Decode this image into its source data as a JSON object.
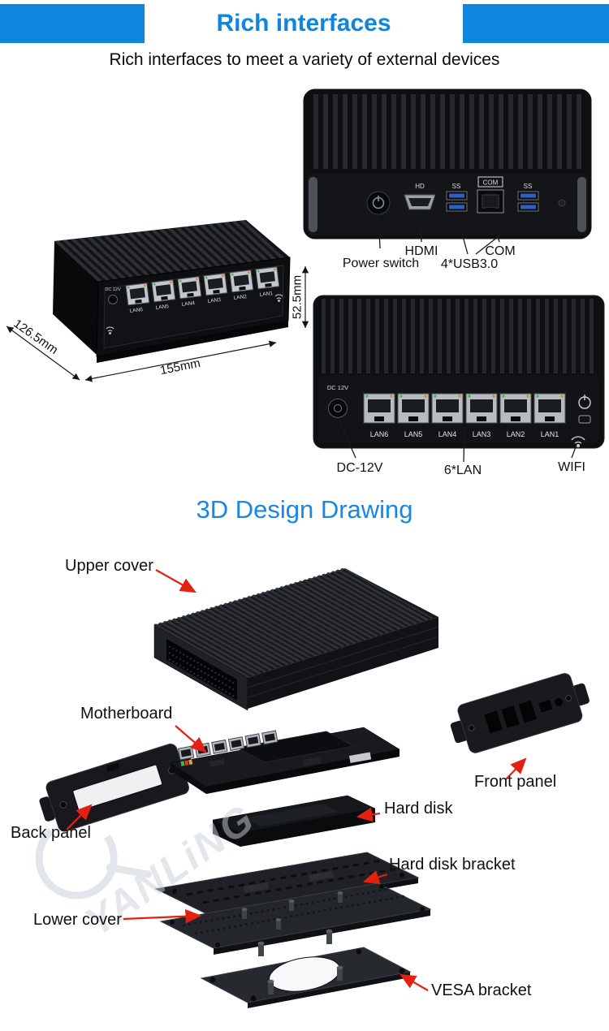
{
  "banner": {
    "title": "Rich interfaces"
  },
  "intro": {
    "subtitle": "Rich interfaces to meet a variety of external devices"
  },
  "rear_view": {
    "markings": {
      "hdmi": "HD",
      "usb_left": "SS",
      "com": "COM",
      "usb_right": "SS"
    },
    "callouts": {
      "power": "Power switch",
      "hdmi": "HDMI",
      "usb": "4*USB3.0",
      "com": "COM"
    }
  },
  "angled_view": {
    "marking_dc": "DC 12V",
    "lan_ports": [
      "LAN6",
      "LAN5",
      "LAN4",
      "LAN3",
      "LAN2",
      "LAN1"
    ],
    "dimensions": {
      "height": "52.5mm",
      "depth": "126.5mm",
      "width": "155mm"
    }
  },
  "front_view": {
    "marking_dc": "DC 12V",
    "lan_ports": [
      "LAN6",
      "LAN5",
      "LAN4",
      "LAN3",
      "LAN2",
      "LAN1"
    ],
    "callouts": {
      "dc": "DC-12V",
      "lan": "6*LAN",
      "wifi": "WIFI"
    }
  },
  "design": {
    "title": "3D Design Drawing",
    "labels": {
      "upper_cover": "Upper cover",
      "motherboard": "Motherboard",
      "front_panel": "Front panel",
      "back_panel": "Back panel",
      "hard_disk": "Hard disk",
      "hdd_bracket": "Hard disk bracket",
      "lower_cover": "Lower cover",
      "vesa_bracket": "VESA bracket"
    },
    "watermark": "YANLiNG"
  },
  "colors": {
    "accent_blue": "#0f86dd",
    "arrow_red": "#e32011"
  }
}
